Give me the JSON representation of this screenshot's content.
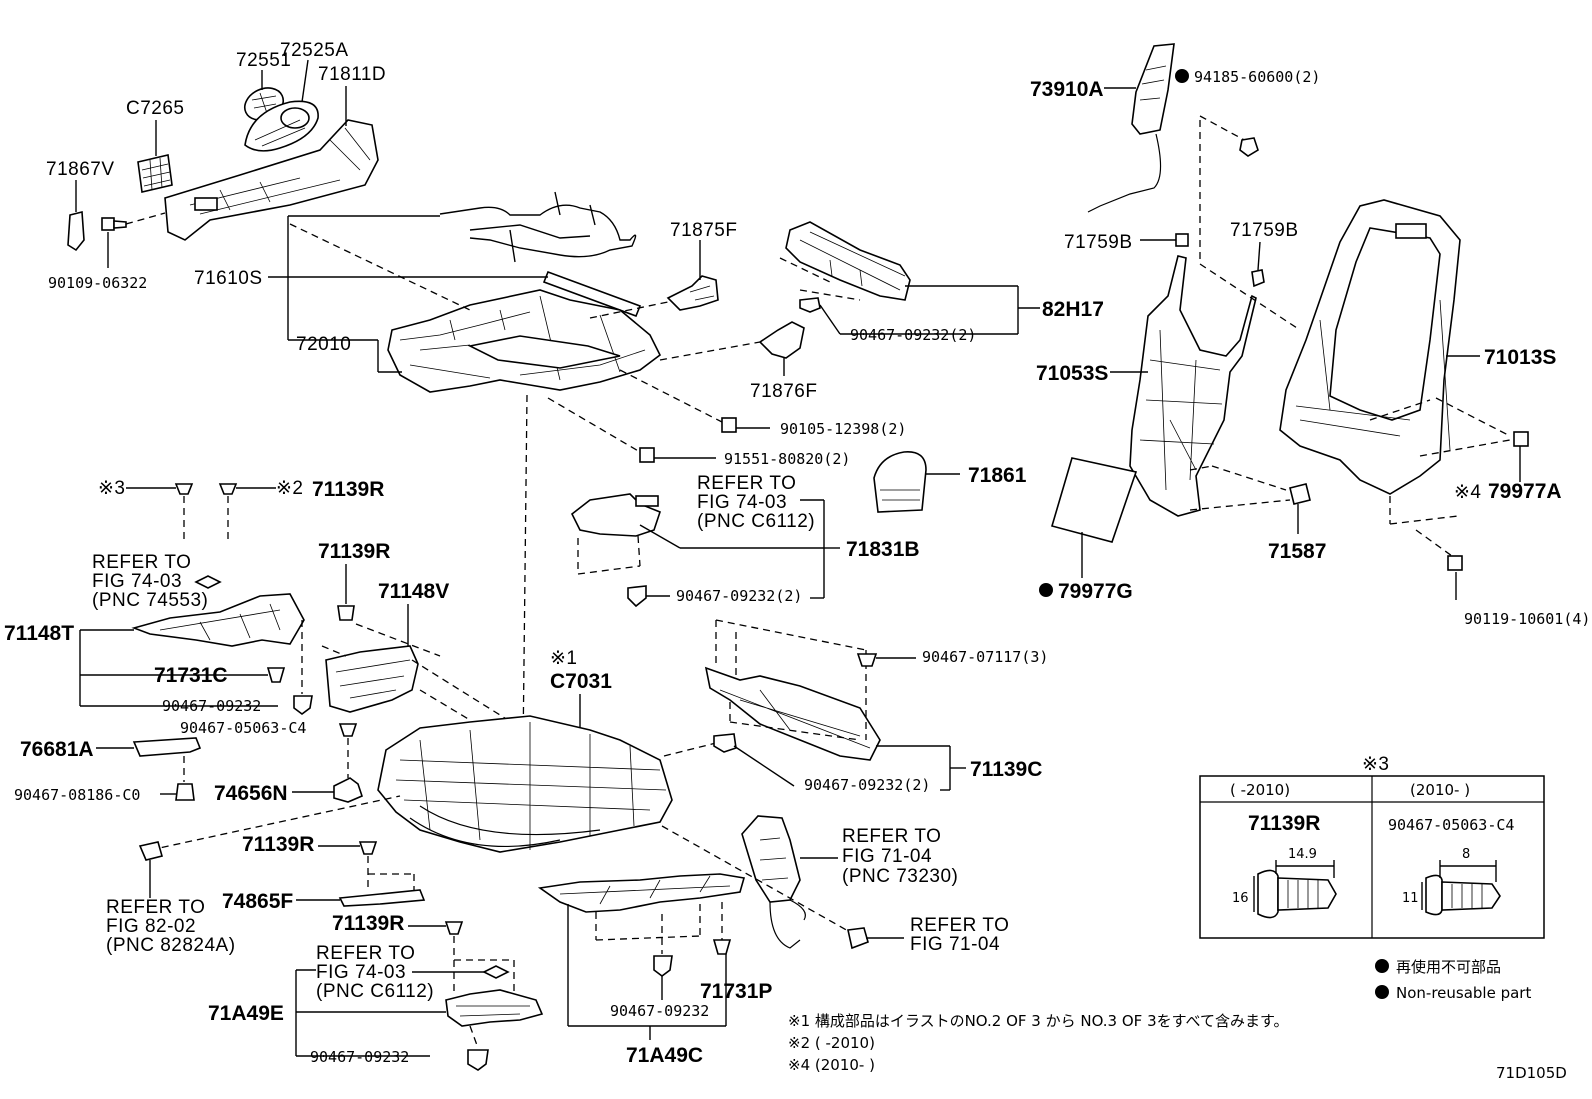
{
  "labels": {
    "p72551": "72551",
    "p72525A": "72525A",
    "p71811D": "71811D",
    "pC7265": "C7265",
    "p71867V": "71867V",
    "p90109_06322": "90109-06322",
    "p71610S": "71610S",
    "p72010": "72010",
    "p71875F": "71875F",
    "p82H17": "82H17",
    "p90467_09232_2a": "90467-09232(2)",
    "p71876F": "71876F",
    "p90105_12398": "90105-12398(2)",
    "p91551_80820": "91551-80820(2)",
    "p71861": "71861",
    "p71831B": "71831B",
    "p90467_09232_2b": "90467-09232(2)",
    "p73910A": "73910A",
    "p94185_60600": "94185-60600(2)",
    "p71759B_a": "71759B",
    "p71759B_b": "71759B",
    "p71053S": "71053S",
    "p71013S": "71013S",
    "p79977A": "79977A",
    "p71587": "71587",
    "p79977G": "79977G",
    "p90119_10601": "90119-10601(4)",
    "p71139R_a": "71139R",
    "p71139R_b": "71139R",
    "p71148V": "71148V",
    "p71148T": "71148T",
    "p71731C": "71731C",
    "p90467_09232_c": "90467-09232",
    "p90467_05063_C4": "90467-05063-C4",
    "p76681A": "76681A",
    "p90467_08186_C0": "90467-08186-C0",
    "p74656N": "74656N",
    "pC7031": "C7031",
    "p90467_07117": "90467-07117(3)",
    "p71139C": "71139C",
    "p90467_09232_2c": "90467-09232(2)",
    "p71139R_c": "71139R",
    "p74865F": "74865F",
    "p71139R_d": "71139R",
    "p71A49E": "71A49E",
    "p90467_09232_d": "90467-09232",
    "p90467_09232_e": "90467-09232",
    "p71731P": "71731P",
    "p71A49C": "71A49C"
  },
  "marks": {
    "m3": "※3",
    "m2": "※2",
    "m1": "※1",
    "m4": "※4"
  },
  "refers": {
    "r1": [
      "REFER TO",
      "FIG 74-03",
      "(PNC 74553)"
    ],
    "r2": [
      "REFER TO",
      "FIG 74-03",
      "(PNC C6112)"
    ],
    "r3": [
      "REFER TO",
      "FIG 82-02",
      "(PNC 82824A)"
    ],
    "r4": [
      "REFER TO",
      "FIG 71-04",
      "(PNC 73230)"
    ],
    "r5": [
      "REFER TO",
      "FIG 71-04"
    ],
    "r6": [
      "REFER TO",
      "FIG 74-03",
      "(PNC C6112)"
    ]
  },
  "inset": {
    "mark": "※3",
    "col1_header": "(      -2010)",
    "col2_header": "(2010-      )",
    "col1_part": "71139R",
    "col2_part": "90467-05063-C4",
    "col1_width": "14.9",
    "col1_height": "16",
    "col2_width": "8",
    "col2_height": "11"
  },
  "legend": {
    "jp": "再使用不可部品",
    "en": "Non-reusable part"
  },
  "notes": {
    "n1": "※1 構成部品はイラストのNO.2 OF 3 から NO.3 OF 3をすべて含みます。",
    "n2": "※2 (      -2010)",
    "n4": "※4 (2010-      )"
  },
  "figure_id": "71D105D"
}
